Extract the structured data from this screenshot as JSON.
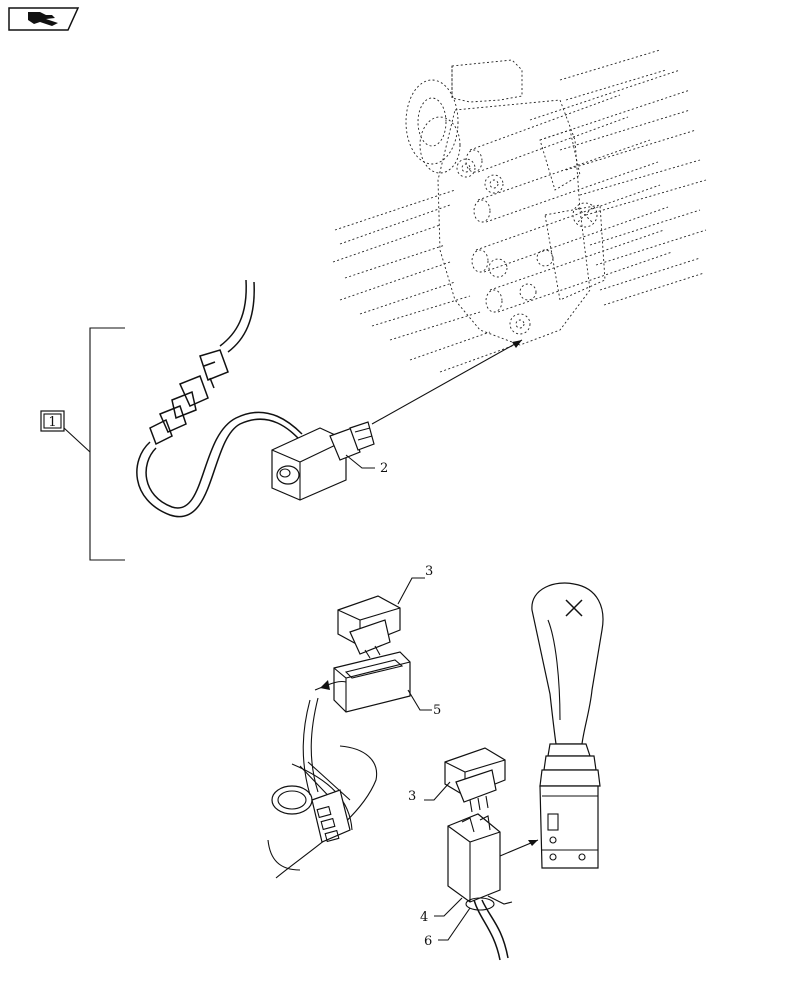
{
  "nav_icon": "return-arrow-icon",
  "callouts": {
    "group": "1",
    "item2": "2",
    "item3a": "3",
    "item5": "5",
    "item3b": "3",
    "item4": "4",
    "item6": "6"
  },
  "colors": {
    "line": "#111111",
    "background": "#ffffff"
  }
}
